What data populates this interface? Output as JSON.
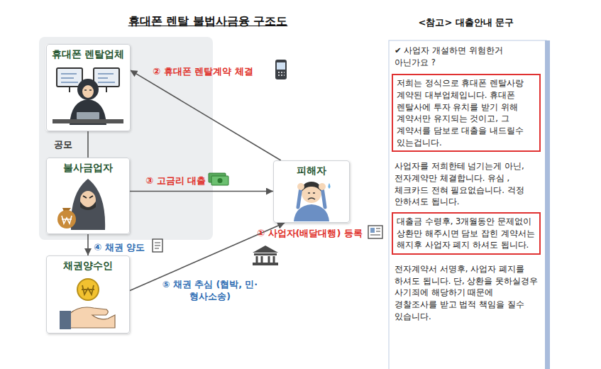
{
  "diagram": {
    "title": "휴대폰 렌탈 불법사금융 구조도",
    "nodes": [
      {
        "text": [
          "휴대폰 렌탈업체"
        ]
      },
      {
        "text": [
          "불사금업자"
        ]
      },
      {
        "text": [
          "채권양수인"
        ]
      },
      {
        "text": [
          "피해자"
        ]
      },
      {
        "text": [
          "<참고> 대출안내 문구",
          "✔ 사업자 개설하면 위험한거 아닌가요 ?",
          "사업자를 저희한테 넘기는게 아닌,전자계약만 체결합니다. 유심 , 체크카드 전혀 필요없습니다. 걱정 안하셔도 됩니다.",
          "전자계약서 서명후, 사업자 폐지를 하셔도 됩니다. 단, 상환을 못하실경우 사기죄에 해당하기 때문에 경찰조사를 받고 법적 책임을 질수 있습니다."
        ]
      },
      {
        "text": [
          "저희는 정식으로 휴대폰 렌탈사랑 계약된 대부업체입니다. 휴대폰 렌탈사에 투자 유치를 받기 위해 계약서만 유지되는 것이고, 그 계약서를 담보로 대출을 내드릴수 있는겁니다."
        ],
        "in": 4
      },
      {
        "text": [
          "대출금 수령후, 3개월동안 문제없이 상환만 해주시면 담보 잡힌 계약서는 해지후 사업자 폐지 하셔도 됩니다."
        ],
        "in": 4
      }
    ],
    "edges": [
      {
        "from": 0,
        "to": 1,
        "label": "공모",
        "arrow": "none"
      },
      {
        "from": 3,
        "to": 0,
        "label": "② 휴대폰 렌탈계약 체결",
        "arrow": "to"
      },
      {
        "from": 1,
        "to": 3,
        "label": "③ 고금리 대출",
        "arrow": "to"
      },
      {
        "from": 1,
        "to": 2,
        "label": "④ 채권 양도",
        "arrow": "to"
      },
      {
        "from": 2,
        "to": 3,
        "label": "⑤ 채권 추심 (협박, 민·형사소송)",
        "arrow": "to"
      }
    ],
    "labels": [
      "① 사업자(배달대행) 등록"
    ]
  }
}
